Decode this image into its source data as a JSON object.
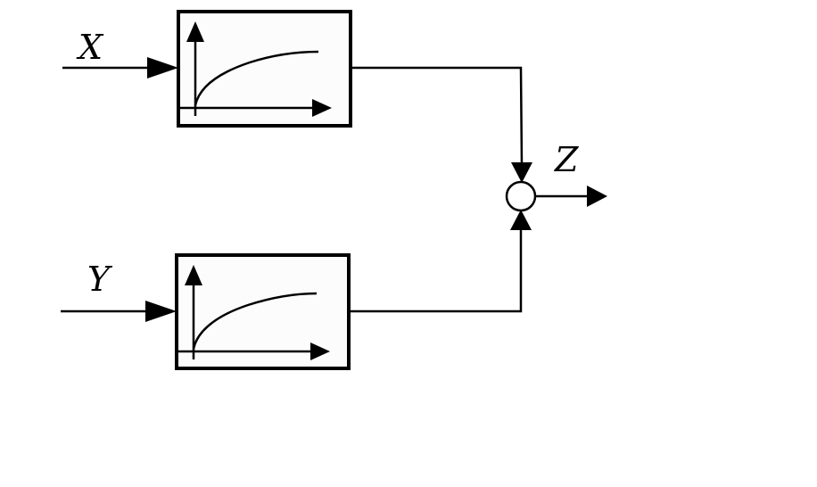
{
  "labels": {
    "input_top": "X",
    "input_bottom": "Y",
    "output": "Z"
  },
  "colors": {
    "stroke": "#000000",
    "block_fill": "#fcfcfc",
    "background": "#ffffff"
  }
}
